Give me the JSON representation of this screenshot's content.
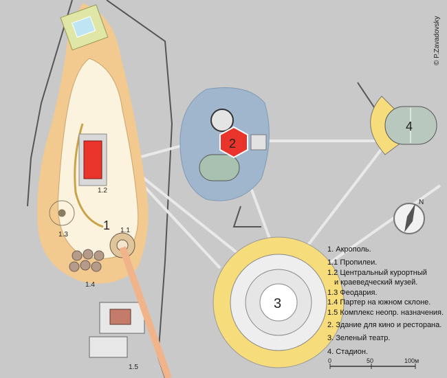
{
  "copyright": "© P.Zavadovsky",
  "markers": {
    "m2": "2",
    "m3": "3",
    "m4": "4",
    "m1": "1",
    "m1_1": "1.1",
    "m1_2": "1.2",
    "m1_3": "1.3",
    "m1_4": "1.4",
    "m1_5": "1.5"
  },
  "compass": {
    "north": "N"
  },
  "legend": [
    "1. Акрополь.",
    "1.1 Пропилеи.",
    "1.2 Центральный курортный",
    "и краеведческий музей.",
    "1.3 Феодария.",
    "1.4 Партер на южном склоне.",
    "1.5 Комплекс неопр. назначения.",
    "2. Здание для кино и ресторана.",
    "3. Зеленый театр.",
    "4. Стадион."
  ],
  "scale": {
    "t0": "0",
    "t50": "50",
    "t100": "100м"
  },
  "colors": {
    "ground": "#c9c9c9",
    "hill_outer": "#f2c98f",
    "hill_inner": "#fbf3dd",
    "water": "#9fb6cc",
    "building_red": "#e8342a",
    "stadium": "#b9c8bf",
    "theatre_yellow": "#f6dc7a",
    "path": "#e7e7e7"
  }
}
